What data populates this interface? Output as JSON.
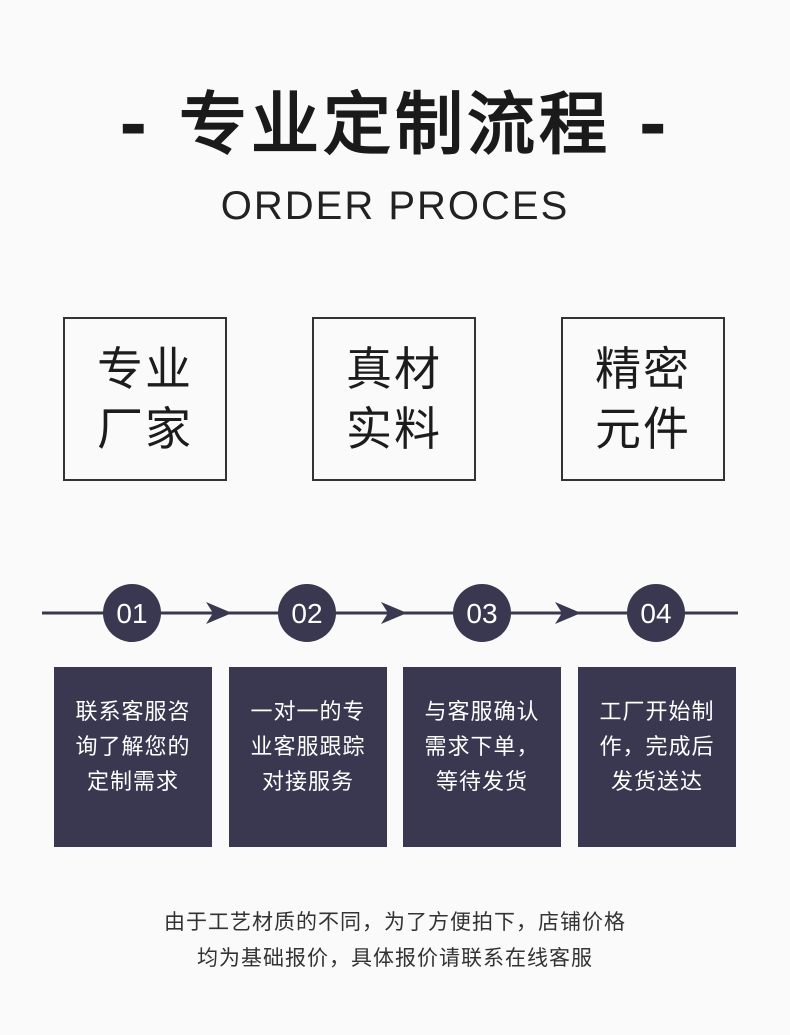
{
  "header": {
    "title": "- 专业定制流程 -",
    "subtitle": "ORDER PROCES"
  },
  "features": [
    {
      "line1": "专业",
      "line2": "厂家"
    },
    {
      "line1": "真材",
      "line2": "实料"
    },
    {
      "line1": "精密",
      "line2": "元件"
    }
  ],
  "timeline": {
    "line_color": "#3a3850",
    "steps": [
      "01",
      "02",
      "03",
      "04"
    ]
  },
  "steps": [
    {
      "lines": [
        "联系客服咨",
        "询了解您的",
        "定制需求"
      ]
    },
    {
      "lines": [
        "一对一的专",
        "业客服跟踪",
        "对接服务"
      ]
    },
    {
      "lines": [
        "与客服确认",
        "需求下单，",
        "等待发货"
      ]
    },
    {
      "lines": [
        "工厂开始制",
        "作，完成后",
        "发货送达"
      ]
    }
  ],
  "note": {
    "line1": "由于工艺材质的不同，为了方便拍下，店铺价格",
    "line2": "均为基础报价，具体报价请联系在线客服"
  }
}
